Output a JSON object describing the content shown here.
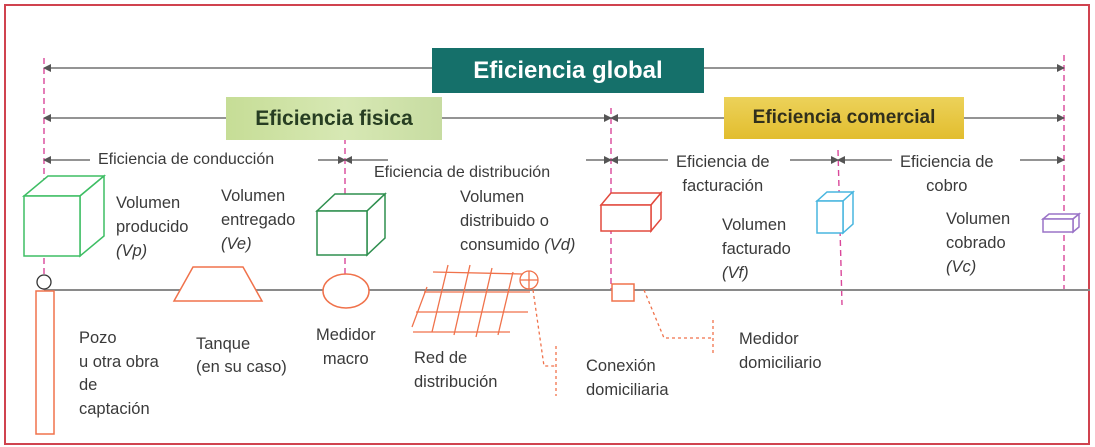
{
  "banners": {
    "global": "Eficiencia global",
    "fisica": "Eficiencia fisica",
    "comercial": "Eficiencia comercial"
  },
  "sub_efficiencies": {
    "conduccion": "Eficiencia de conducción",
    "distribucion": "Eficiencia de distribución",
    "facturacion": "Eficiencia de\nfacturación",
    "cobro": "Eficiencia de\ncobro"
  },
  "volumes": {
    "producido": {
      "text": "Volumen\nproducido",
      "symbol": "(Vp)"
    },
    "entregado": {
      "text": "Volumen\nentregado",
      "symbol": "(Ve)"
    },
    "distribuido": {
      "text": "Volumen\ndistribuido o\nconsumido",
      "symbol": "(Vd)"
    },
    "facturado": {
      "text": "Volumen\nfacturado",
      "symbol": "(Vf)"
    },
    "cobrado": {
      "text": "Volumen\ncobrado",
      "symbol": "(Vc)"
    }
  },
  "components": {
    "pozo": "Pozo\nu otra obra\nde\ncaptación",
    "tanque": "Tanque\n(en su caso)",
    "medidor_macro": "Medidor\nmacro",
    "red": "Red de\ndistribución",
    "conexion": "Conexión\ndomiciliaria",
    "medidor_domiciliario": "Medidor\ndomiciliario"
  },
  "colors": {
    "frame": "#d0434f",
    "global_banner": "#15706a",
    "fisica_banner": "#c6dd96",
    "comercial_banner": "#e2bd2e",
    "marker_line": "#d9489a",
    "component_stroke": "#f0724b",
    "cube_green": "#2f8f4f",
    "cube_light_green": "#3ebe64",
    "cube_red": "#e24a3e",
    "cube_blue": "#49b6df",
    "cube_purple": "#9a73c7"
  }
}
